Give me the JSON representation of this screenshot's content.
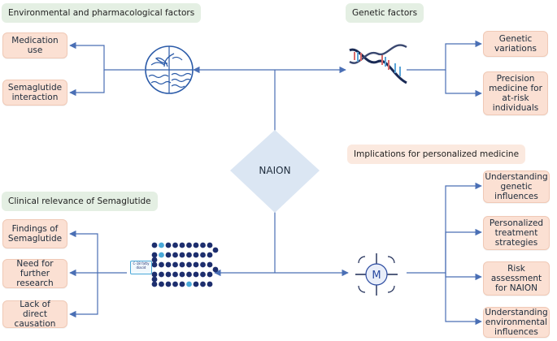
{
  "center": {
    "label": "NAION"
  },
  "sections": {
    "environmental": {
      "title": "Environmental and pharmacological factors",
      "items": [
        "Medication use",
        "Semaglutide interaction"
      ]
    },
    "genetic": {
      "title": "Genetic factors",
      "items": [
        "Genetic variations",
        "Precision medicine for at-risk individuals"
      ]
    },
    "implications": {
      "title": "Implications for personalized medicine",
      "items": [
        "Understanding genetic influences",
        "Personalized treatment strategies",
        "Risk assessment for NAION",
        "Understanding environmental influences"
      ]
    },
    "clinical": {
      "title": "Clinical relevance of Semaglutide",
      "items": [
        "Findings of Semaglutide",
        "Need for further research",
        "Lack of direct causation"
      ]
    }
  },
  "icons": {
    "environment": "nature-water-icon",
    "dna": "dna-helix-icon",
    "peptide": "peptide-chain-icon",
    "personalized": "personalized-medicine-icon",
    "peptide_tag": "C-18 fatty diacid",
    "personalized_letter": "M"
  },
  "colors": {
    "connector": "#4a6fb5",
    "box_fill": "#fbe0d3",
    "diamond_fill": "#dbe6f3",
    "title_green": "#e4efe3",
    "title_peach": "#fbe9df",
    "bead": "#1d2e6e",
    "bead_accent": "#4aa8d8"
  }
}
